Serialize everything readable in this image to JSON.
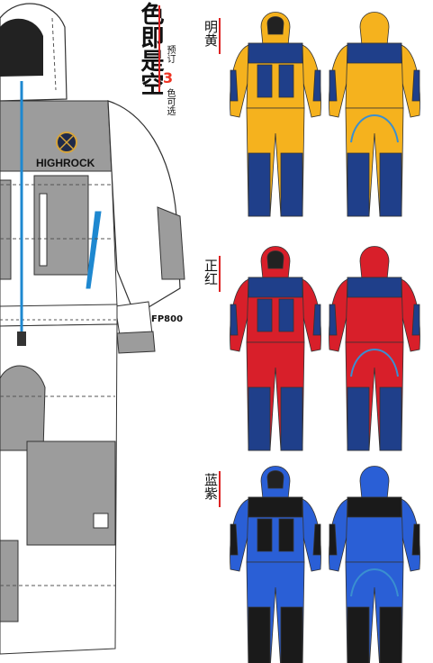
{
  "header": {
    "title": "色即是空",
    "order_prefix": "预订",
    "order_count": "3",
    "order_suffix": "色可选"
  },
  "brand": {
    "logo_text": "HIGHROCK",
    "fp_text": "FP800"
  },
  "variants": [
    {
      "label": "明黄",
      "main": "#f5b21e",
      "accent": "#1f3f8a"
    },
    {
      "label": "正红",
      "main": "#d81f2a",
      "accent": "#1f3f8a"
    },
    {
      "label": "蓝紫",
      "main": "#2a5fd6",
      "accent": "#1a1a1a"
    }
  ],
  "colors": {
    "hero_body": "#ffffff",
    "hero_grey": "#9c9c9c",
    "zip_blue": "#1e88d0",
    "accent_red": "#d22222"
  }
}
